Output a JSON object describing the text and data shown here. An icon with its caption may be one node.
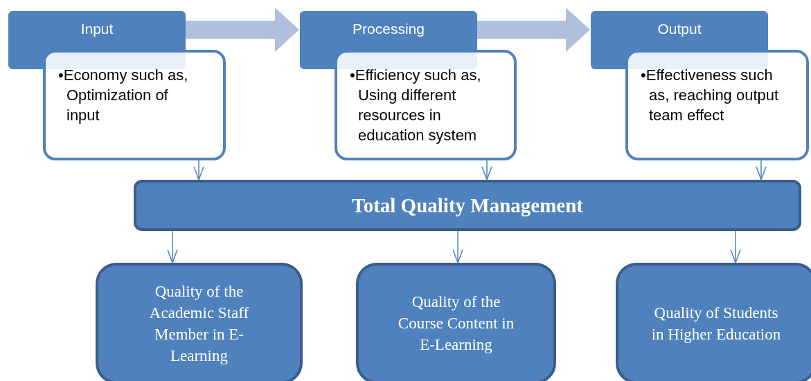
{
  "diagram": {
    "nodes": [
      {
        "text": [
          "Input"
        ]
      },
      {
        "text": [
          "•Economy such as, Optimization of input"
        ]
      },
      {
        "text": [
          "Processing"
        ]
      },
      {
        "text": [
          "•Efficiency such as, Using  different resources in education system"
        ]
      },
      {
        "text": [
          "Output"
        ]
      },
      {
        "text": [
          "•Effectiveness such as, reaching output team effect"
        ]
      },
      {
        "text": [
          "Total Quality Management"
        ]
      },
      {
        "text": [
          "Quality of the Academic Staff Member in E-Learning"
        ]
      },
      {
        "text": [
          "Quality of the Course Content in E-Learning"
        ]
      },
      {
        "text": [
          "Quality of Students in Higher Education"
        ]
      }
    ],
    "edges": [
      {
        "from": 0,
        "to": 2,
        "arrow": "to",
        "style": "thick",
        "color": "#b0bfdb"
      },
      {
        "from": 2,
        "to": 4,
        "arrow": "to",
        "style": "thick",
        "color": "#b0bfdb"
      },
      {
        "from": 1,
        "to": 6,
        "arrow": "to"
      },
      {
        "from": 3,
        "to": 6,
        "arrow": "to"
      },
      {
        "from": 5,
        "to": 6,
        "arrow": "to"
      },
      {
        "from": 6,
        "to": 7,
        "arrow": "to"
      },
      {
        "from": 6,
        "to": 8,
        "arrow": "to"
      },
      {
        "from": 6,
        "to": 9,
        "arrow": "to"
      }
    ]
  }
}
